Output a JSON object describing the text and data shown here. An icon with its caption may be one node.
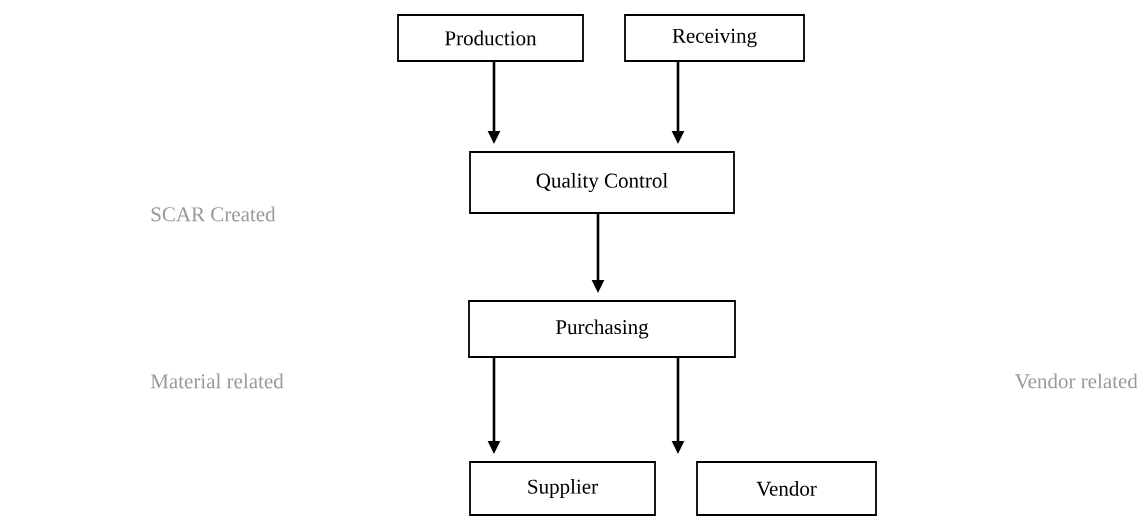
{
  "diagram": {
    "nodes": [
      {
        "text": [
          "Production"
        ]
      },
      {
        "text": [
          "Receiving"
        ]
      },
      {
        "text": [
          "Quality Control"
        ]
      },
      {
        "text": [
          "Purchasing"
        ]
      },
      {
        "text": [
          "Supplier"
        ]
      },
      {
        "text": [
          "Vendor"
        ]
      }
    ],
    "edges": [
      {
        "from": 0,
        "to": 2,
        "arrow": "to"
      },
      {
        "from": 1,
        "to": 2,
        "arrow": "to"
      },
      {
        "from": 2,
        "to": 3,
        "arrow": "to"
      },
      {
        "from": 3,
        "to": 4,
        "arrow": "to"
      },
      {
        "from": 3,
        "to": 5,
        "arrow": "to"
      }
    ],
    "labels": [
      "SCAR Created",
      "Material related",
      "Vendor related"
    ]
  }
}
